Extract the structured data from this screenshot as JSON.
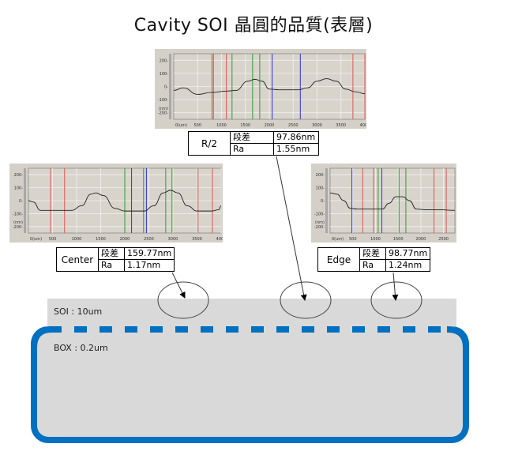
{
  "title": "Cavity SOI 晶圓的品質(表層)",
  "colors": {
    "box_border": "#0070c0",
    "layer_fill": "#d9d9d9",
    "chart_bg": "#d4d0c8",
    "marker_red": "#e06060",
    "marker_green": "#40a040",
    "marker_blue": "#4040d0"
  },
  "measurements": [
    {
      "location": "R/2",
      "step_label": "段差",
      "step_value": "97.86nm",
      "ra_label": "Ra",
      "ra_value": "1.55nm"
    },
    {
      "location": "Center",
      "step_label": "段差",
      "step_value": "159.77nm",
      "ra_label": "Ra",
      "ra_value": "1.17nm"
    },
    {
      "location": "Edge",
      "step_label": "段差",
      "step_value": "98.77nm",
      "ra_label": "Ra",
      "ra_value": "1.24nm"
    }
  ],
  "layers": {
    "soi": "SOI : 10um",
    "box": "BOX : 0.2um"
  },
  "chart_data": [
    {
      "type": "line",
      "name": "R/2 profile",
      "xlabel": "(um)",
      "ylabel": "(nm)",
      "x_ticks": [
        "0(um)",
        "500",
        "1000",
        "1500",
        "2000",
        "2500",
        "3000",
        "3500",
        "4000"
      ],
      "y_ticks": [
        "200",
        "100",
        "0",
        "-100",
        "-200"
      ],
      "xlim": [
        0,
        4000
      ],
      "ylim": [
        -250,
        250
      ],
      "x": [
        0,
        200,
        500,
        800,
        1100,
        1300,
        1550,
        1700,
        1850,
        2000,
        2200,
        2600,
        2800,
        3000,
        3200,
        3400,
        3600,
        3800,
        4000
      ],
      "values": [
        -30,
        -10,
        -60,
        -45,
        -35,
        -30,
        40,
        55,
        40,
        -20,
        -25,
        -25,
        -10,
        40,
        60,
        40,
        -20,
        -40,
        -55
      ],
      "markers": {
        "red": [
          800,
          1100,
          3750,
          4000
        ],
        "green": [
          830,
          1220,
          1650,
          1800
        ],
        "blue": [
          2060,
          2650
        ]
      }
    },
    {
      "type": "line",
      "name": "Center profile",
      "xlabel": "(um)",
      "ylabel": "(nm)",
      "x_ticks": [
        "0(um)",
        "500",
        "1000",
        "1500",
        "2000",
        "2500",
        "3000",
        "3500",
        "4000"
      ],
      "y_ticks": [
        "200",
        "100",
        "0",
        "-100",
        "-200"
      ],
      "xlim": [
        0,
        4000
      ],
      "ylim": [
        -250,
        250
      ],
      "x": [
        0,
        100,
        250,
        500,
        900,
        1100,
        1300,
        1400,
        1550,
        1800,
        2000,
        2400,
        2600,
        2800,
        2950,
        3100,
        3300,
        3500,
        3800,
        3950,
        4000
      ],
      "values": [
        0,
        -10,
        -75,
        -75,
        -75,
        -40,
        50,
        60,
        40,
        -60,
        -80,
        -80,
        -40,
        60,
        80,
        60,
        -40,
        -80,
        -80,
        -70,
        -40
      ],
      "markers": {
        "red": [
          460,
          750,
          3520,
          3820
        ],
        "green": [
          2000,
          2390,
          2850,
          2980
        ],
        "blue": [
          2140,
          2450
        ]
      }
    },
    {
      "type": "line",
      "name": "Edge profile",
      "xlabel": "(um)",
      "ylabel": "(nm)",
      "x_ticks": [
        "0(um)",
        "500",
        "1000",
        "1500",
        "2000",
        "2500"
      ],
      "y_ticks": [
        "200",
        "100",
        "0",
        "-100",
        "-200"
      ],
      "xlim": [
        0,
        2750
      ],
      "ylim": [
        -250,
        250
      ],
      "x": [
        0,
        150,
        300,
        450,
        600,
        900,
        1150,
        1300,
        1450,
        1600,
        1750,
        1900,
        2100,
        2400,
        2750
      ],
      "values": [
        60,
        50,
        0,
        -60,
        -65,
        -65,
        -65,
        -20,
        30,
        30,
        0,
        -65,
        -70,
        -70,
        -75
      ],
      "markers": {
        "red": [
          720,
          960,
          2290,
          2560
        ],
        "green": [
          1060,
          1520,
          1670
        ],
        "blue": [
          480,
          1140
        ]
      }
    }
  ]
}
